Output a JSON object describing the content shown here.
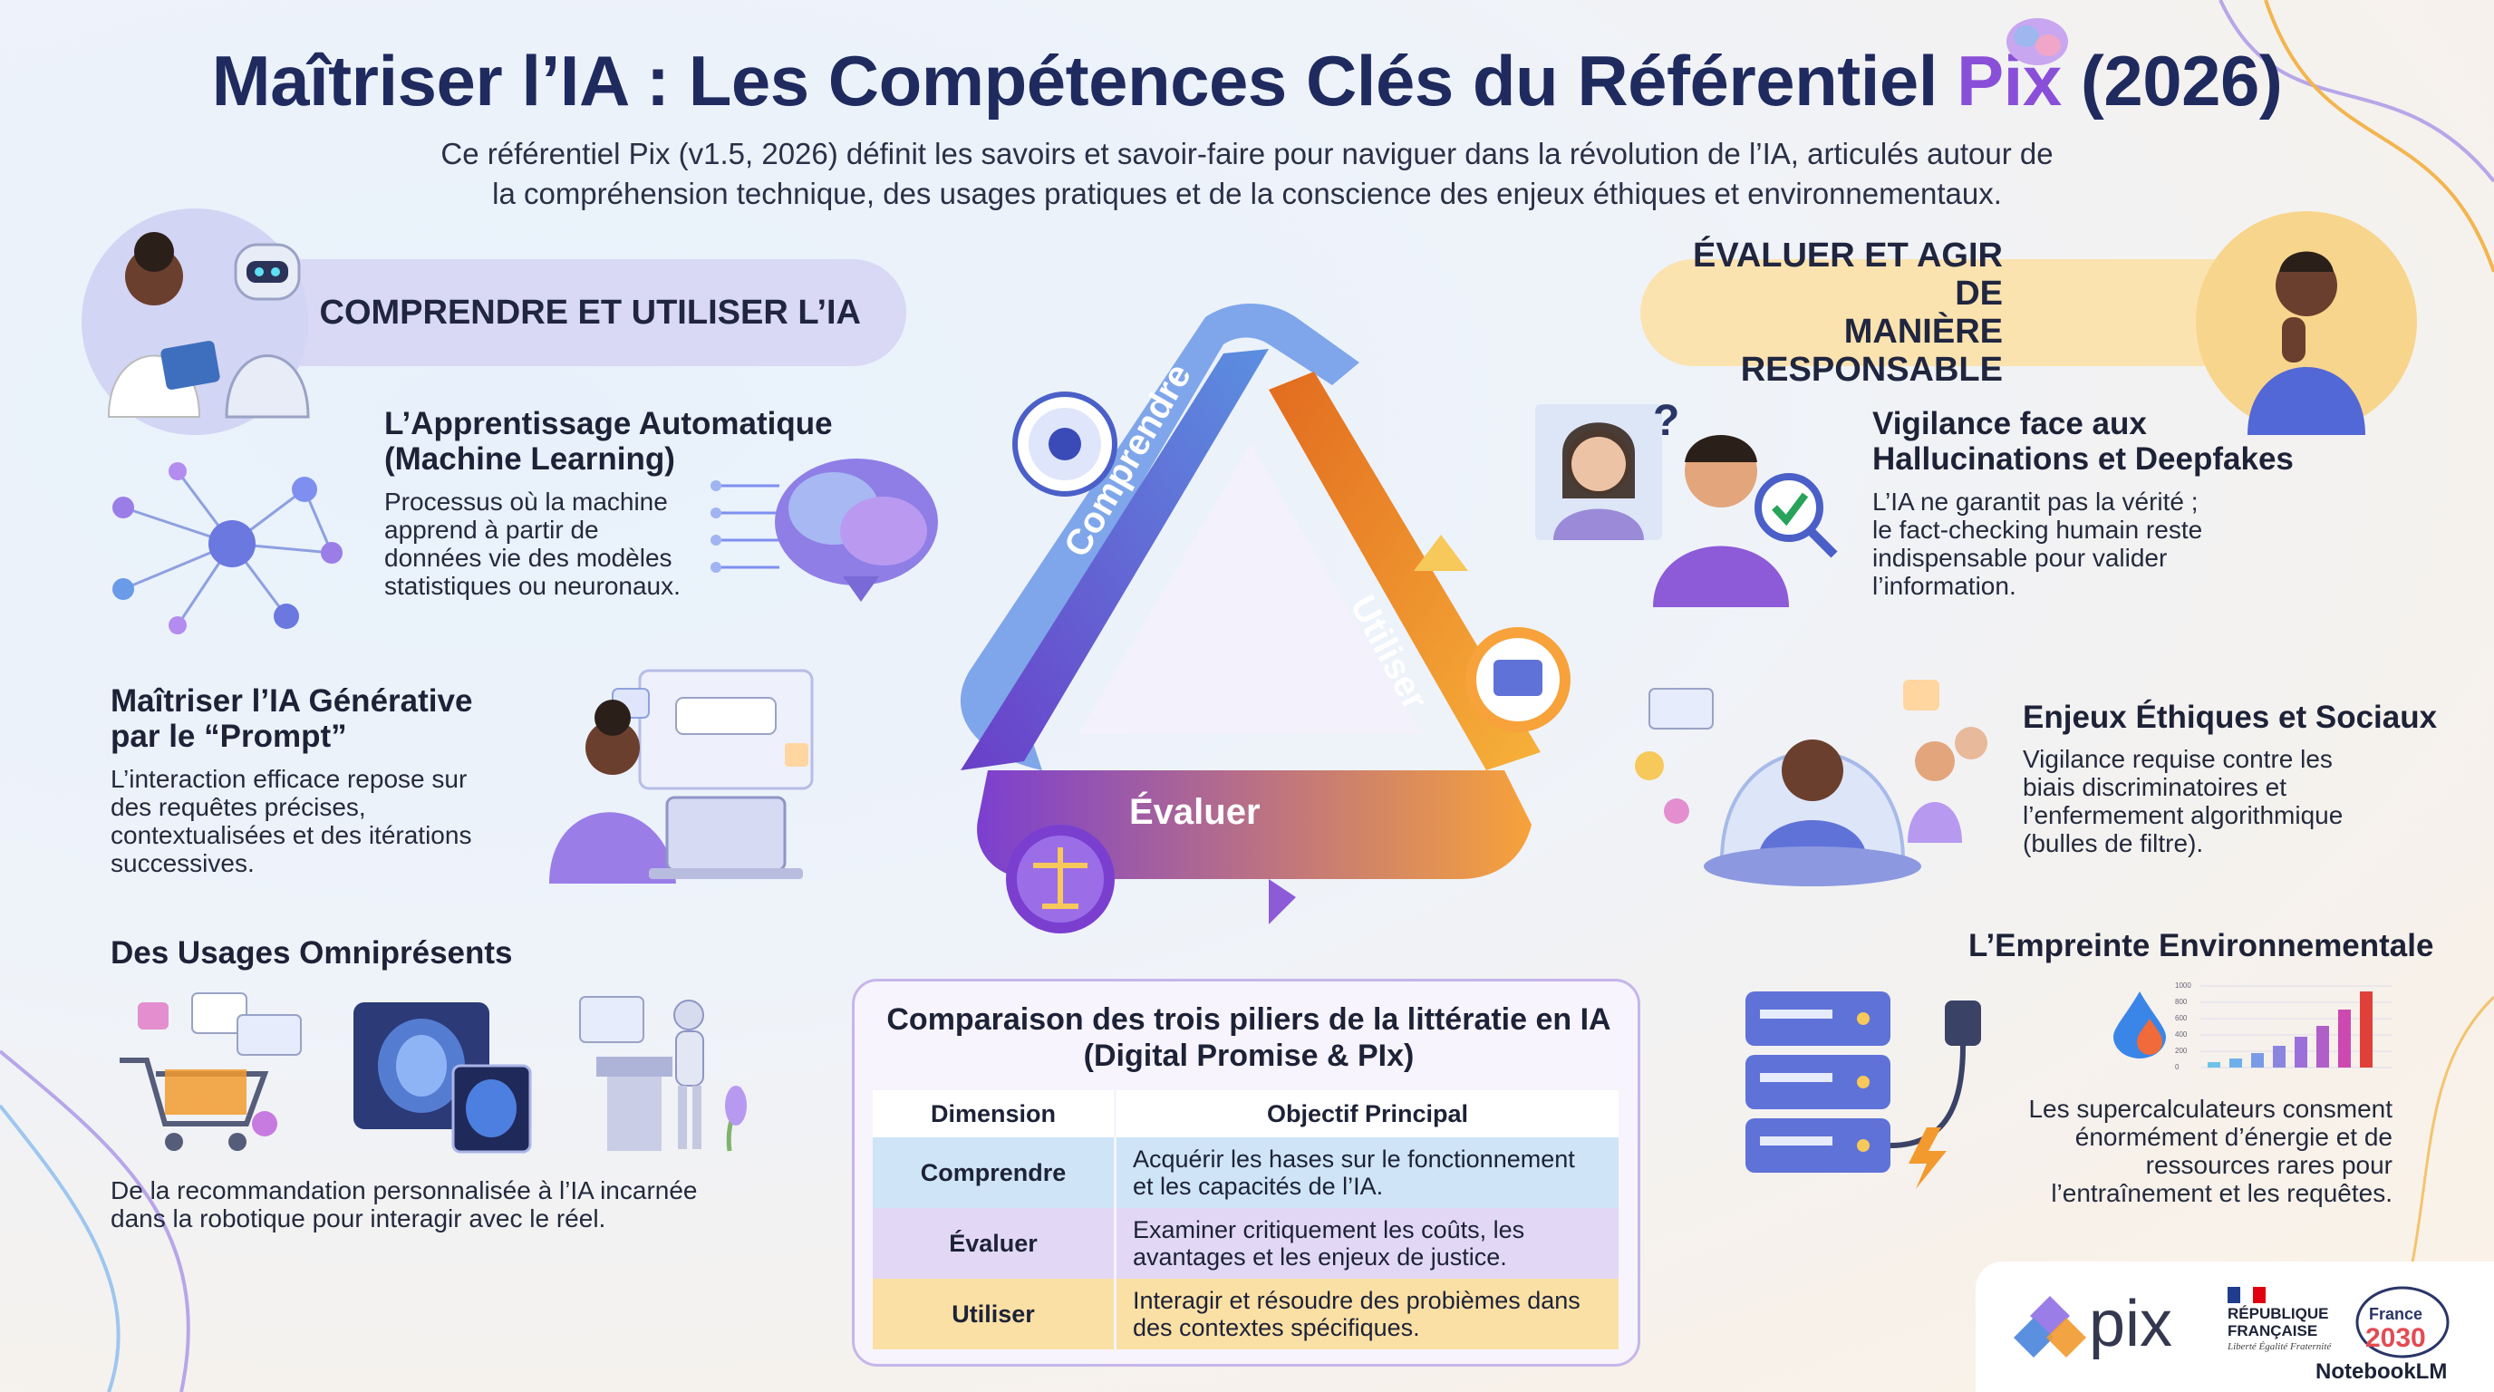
{
  "header": {
    "title_main": "Maîtriser l’IA : Les Compétences Clés du Référentiel ",
    "title_pix": "Pix",
    "title_year": " (2026)",
    "intro_line1": "Ce référentiel Pix (v1.5, 2026) définit les savoirs et savoir-faire pour naviguer dans la révolution de l’IA, articulés autour de",
    "intro_line2": "la compréhension technique, des usages pratiques et de la conscience des enjeux éthiques et environnementaux."
  },
  "left": {
    "pill": "COMPRENDRE ET UTILISER L’IA",
    "sections": [
      {
        "title": "L’Apprentissage Automatique (Machine Learning)",
        "title_l1": "L’Apprentissage Automatique",
        "title_l2": "(Machine Learning)",
        "body_l1": "Processus où la machine",
        "body_l2": "apprend à partir de",
        "body_l3": "données vie des modèles",
        "body_l4": "statistiques ou neuronaux."
      },
      {
        "title_l1": "Maîtriser l’IA Générative",
        "title_l2": "par le “Prompt”",
        "body_l1": "L’interaction efficace repose sur",
        "body_l2": "des requêtes précises,",
        "body_l3": "contextualisées et des itérations",
        "body_l4": "successives."
      },
      {
        "title_l1": "Des Usages Omniprésents",
        "body_l1": "De la recommandation personnalisée à l’IA incarnée",
        "body_l2": "dans la robotique pour interagir avec le réel."
      }
    ]
  },
  "right": {
    "pill_l1": "ÉVALUER ET AGIR DE",
    "pill_l2": "MANIÈRE RESPONSABLE",
    "sections": [
      {
        "title_l1": "Vigilance face aux",
        "title_l2": "Hallucinations et Deepfakes",
        "body_l1": "L’IA ne garantit pas la vérité ;",
        "body_l2": "le fact-checking humain reste",
        "body_l3": "indispensable pour valider",
        "body_l4": "l’information."
      },
      {
        "title_l1": "Enjeux Éthiques et Sociaux",
        "body_l1": "Vigilance requise contre les",
        "body_l2": "biais discriminatoires et",
        "body_l3": "l’enfermement algorithmique",
        "body_l4": "(bulles de filtre)."
      },
      {
        "title_l1": "L’Empreinte Environnementale",
        "body_l1": "Les supercalculateurs consment",
        "body_l2": "énormément d’énergie et de",
        "body_l3": "ressources rares pour",
        "body_l4": "l’entraînement et les requêtes."
      }
    ],
    "mini_chart_ticks": [
      "1000",
      "800",
      "600",
      "400",
      "200",
      "0"
    ]
  },
  "cycle": {
    "labels": [
      "Comprendre",
      "Utiliser",
      "Évaluer"
    ],
    "colors": {
      "comprendre": "#5a63d8",
      "utiliser": "#f29a2e",
      "evaluer": "#8a4fd8"
    }
  },
  "table": {
    "title_l1": "Comparaison des trois piliers de la littératie en IA",
    "title_l2": "(Digital Promise & PIx)",
    "headers": [
      "Dimension",
      "Objectif Principal"
    ],
    "rows": [
      {
        "dimension": "Comprendre",
        "objective_l1": "Acquérir les hases sur le fonctionnement",
        "objective_l2": "et les capacités de l’IA."
      },
      {
        "dimension": "Évaluer",
        "objective_l1": "Examiner critiquement les coûts, les",
        "objective_l2": "avantages et les enjeux de justice."
      },
      {
        "dimension": "Utiliser",
        "objective_l1": "Interagir et résoudre des probièmes dans",
        "objective_l2": "des contextes spécifiques."
      }
    ]
  },
  "footer": {
    "pix_logo": "pix",
    "rf_l1": "RÉPUBLIQUE",
    "rf_l2": "FRANÇAISE",
    "rf_motto": "Liberté Égalité Fraternité",
    "france_label": "France",
    "france_year": "2030",
    "notebooklm": "NotebookLM"
  }
}
